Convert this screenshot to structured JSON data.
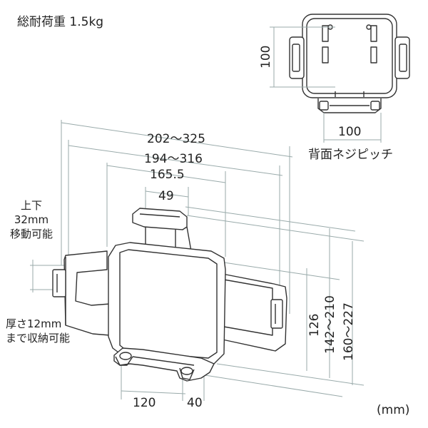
{
  "load_capacity": "総耐荷重 1.5kg",
  "back_view": {
    "height_label": "100",
    "width_label": "100",
    "caption": "背面ネジピッチ"
  },
  "dimensions": {
    "overall_width": "202～325",
    "inner_width": "194～316",
    "panel_width": "165.5",
    "clamp_width": "49",
    "vertical_move": [
      "上下",
      "32mm",
      "移動可能"
    ],
    "fold_thickness": [
      "厚さ12mm",
      "まで収納可能"
    ],
    "base_depth": "120",
    "foot_width": "40",
    "height_a": "126",
    "height_b": "142～210",
    "height_c": "160～227"
  },
  "unit": "(mm)"
}
